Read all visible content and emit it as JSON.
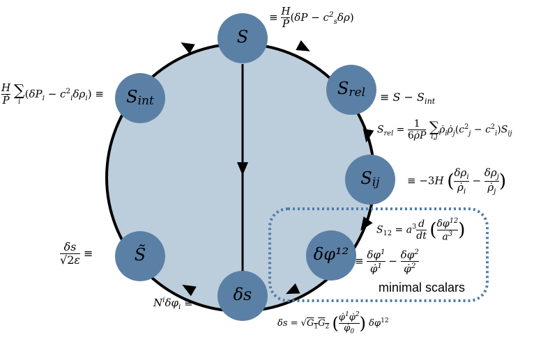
{
  "nodes": [
    {
      "id": "S",
      "label": "S",
      "annotation": "≡ (H/Ṗ)(δP − c_s²δρ)"
    },
    {
      "id": "S_rel",
      "label": "S_rel",
      "annotation": "≡ S − S_int"
    },
    {
      "id": "S_int",
      "label": "S_int",
      "annotation": "(H/Ṗ) Σ_i (δP_i − c_i²δρ_i) ≡"
    },
    {
      "id": "S_ij",
      "label": "S_ij",
      "annotation": "≡ −3H (δρ_i/ρ̇_i − δρ_j/ρ̇_j)"
    },
    {
      "id": "dphi12",
      "label": "δφ¹²",
      "annotation": "≡ δφ¹/φ̇¹ − δφ²/φ̇²"
    },
    {
      "id": "S_tilde",
      "label": "S̃",
      "annotation": "δs/√(2ε) ≡"
    },
    {
      "id": "ds",
      "label": "δs",
      "annotation": "N^i δφ_i ≡"
    }
  ],
  "edges": [
    {
      "from": "S",
      "to": "S_rel",
      "label": ""
    },
    {
      "from": "S_rel",
      "to": "S_ij",
      "label": "S_rel = (1/(6ρ̇Ṗ)) Σ_{i,j} ρ̇_i ρ̇_j (c_j² − c_i²) S_ij"
    },
    {
      "from": "S_ij",
      "to": "dphi12",
      "label": "S_12 = a³ (d/dt)(δφ¹²/a³)"
    },
    {
      "from": "dphi12",
      "to": "ds",
      "label": "δs = √(G_1G_2) (φ̇¹φ̇²/φ̇_0) δφ¹²"
    },
    {
      "from": "ds",
      "to": "S_tilde",
      "label": ""
    },
    {
      "from": "S_int",
      "to": "S",
      "label": ""
    },
    {
      "from": "S",
      "to": "ds",
      "label": ""
    }
  ],
  "group": {
    "label": "minimal scalars"
  },
  "colors": {
    "disk": "#bccddb",
    "node": "#5b80a6",
    "node_text": "#000000",
    "group_border": "#4f7da8",
    "ring": "#000000"
  }
}
